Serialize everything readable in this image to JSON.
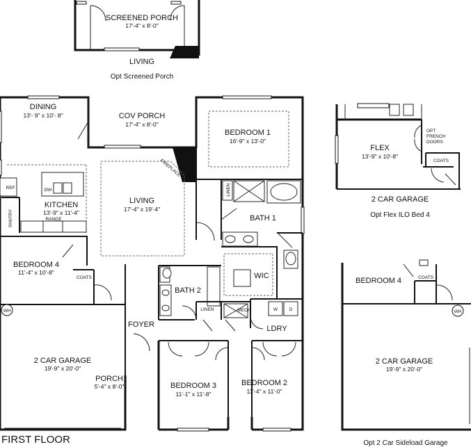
{
  "screened_porch_option": {
    "room": "SCREENED PORCH",
    "dim": "17'-4\" x 8'-0\"",
    "living": "LIVING",
    "caption": "Opt Screened Porch"
  },
  "first_floor": {
    "label": "FIRST FLOOR",
    "dining": {
      "name": "DINING",
      "dim": "13'- 9\" x 10'- 8\""
    },
    "cov_porch": {
      "name": "COV PORCH",
      "dim": "17'-4\" x 8'-0\""
    },
    "bedroom1": {
      "name": "BEDROOM 1",
      "dim": "16'-9\" x 13'-0\""
    },
    "kitchen": {
      "name": "KITCHEN",
      "dim": "13'-9\" x 11'-4\""
    },
    "living": {
      "name": "LIVING",
      "dim": "17'-4\" x 19'-4\""
    },
    "bath1": "BATH 1",
    "wic": "WIC",
    "bedroom4": {
      "name": "BEDROOM 4",
      "dim": "11'-4\" x 10'-8\""
    },
    "coats": "COATS",
    "bath2": "BATH 2",
    "linen": "LINEN",
    "mech": "MECH",
    "ldry": "LDRY",
    "washer": "W",
    "dryer": "D",
    "foyer": "FOYER",
    "garage": {
      "name": "2 CAR GARAGE",
      "dim": "19'-9\" x 20'-0\""
    },
    "porch": {
      "name": "PORCH",
      "dim": "5'-4\" x 8'-0\""
    },
    "bedroom3": {
      "name": "BEDROOM 3",
      "dim": "11'-1\" x 11'-8\""
    },
    "bedroom2": {
      "name": "BEDROOM 2",
      "dim": "11'-4\" x 11'-0\""
    },
    "ref": "REF",
    "pantry": "PANTRY",
    "range": "RANGE",
    "dw": "DW",
    "wh": "WH",
    "fireplace": "FIREPLACE"
  },
  "flex_option": {
    "room": "FLEX",
    "dim": "13'-9\" x 10'-8\"",
    "opt_french_doors": [
      "OPT",
      "FRENCH",
      "DOORS"
    ],
    "coats": "COATS",
    "garage": "2 CAR GARAGE",
    "caption": "Opt Flex ILO Bed 4"
  },
  "sideload_option": {
    "bedroom4": "BEDROOM 4",
    "coats": "COATS",
    "wh": "WH",
    "garage": {
      "name": "2 CAR GARAGE",
      "dim": "19'-9\" x 20'-0\""
    },
    "caption": "Opt 2 Car Sideload Garage"
  }
}
